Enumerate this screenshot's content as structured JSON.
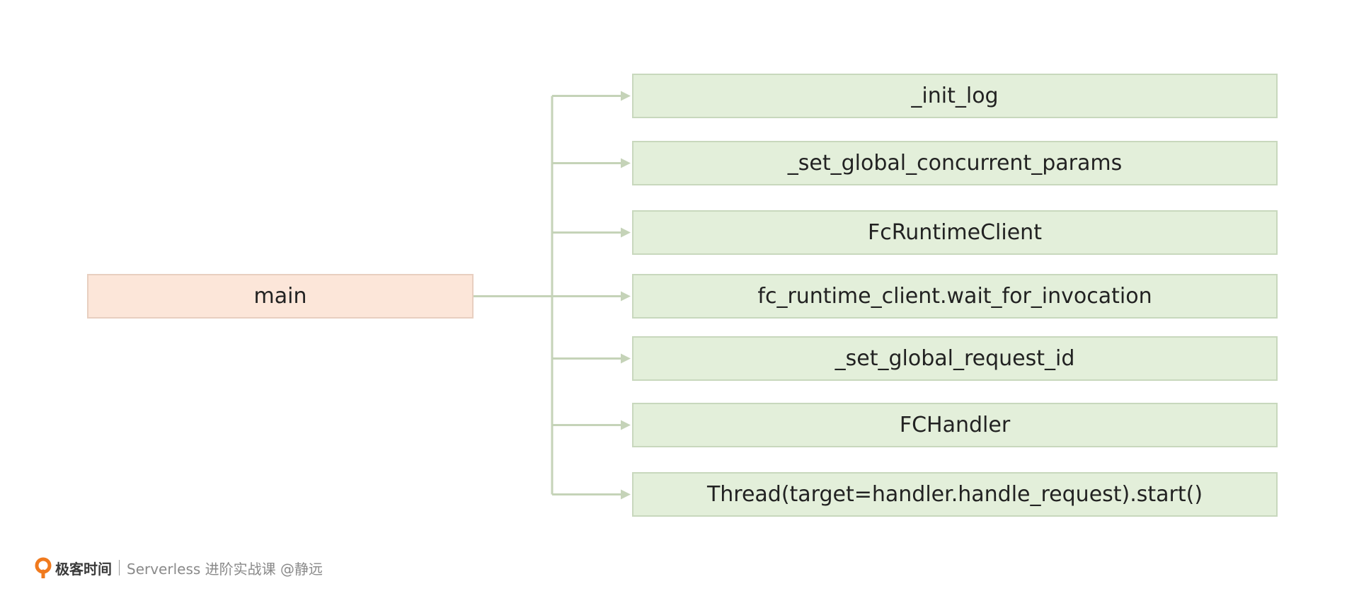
{
  "diagram": {
    "root": {
      "label": "main"
    },
    "children": [
      {
        "label": "_init_log"
      },
      {
        "label": "_set_global_concurrent_params"
      },
      {
        "label": "FcRuntimeClient"
      },
      {
        "label": "fc_runtime_client.wait_for_invocation"
      },
      {
        "label": "_set_global_request_id"
      },
      {
        "label": "FCHandler"
      },
      {
        "label": "Thread(target=handler.handle_request).start()"
      }
    ],
    "colors": {
      "root_fill": "#fce6d9",
      "child_fill": "#e3efda",
      "connector": "#c5d3b8"
    }
  },
  "footer": {
    "brand": "极客时间",
    "course": "Serverless 进阶实战课 @静远",
    "logo_icon": "geektime-logo-icon",
    "logo_color": "#f07a1e"
  }
}
